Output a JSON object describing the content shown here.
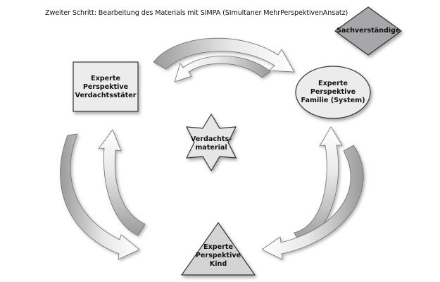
{
  "caption": "Zweiter Schritt: Bearbeitung des Materials mit SIMPA (SImultaner MehrPerspektivenAnsatz)",
  "nodes": {
    "sachverstaendige": "Sachverständige",
    "verdachtstaeter": "Experte\nPerspektive\nVerdachtsstäter",
    "familie": "Experte\nPerspektive\nFamilie (System)",
    "material": "Verdachts-\nmaterial",
    "kind": "Experte\nPerspektive\nKind"
  },
  "colors": {
    "diamond_fill": "#a6a6ab",
    "arrow_dark": "#a9a9a9",
    "arrow_light": "#f6f6f6",
    "outline": "#333333"
  }
}
